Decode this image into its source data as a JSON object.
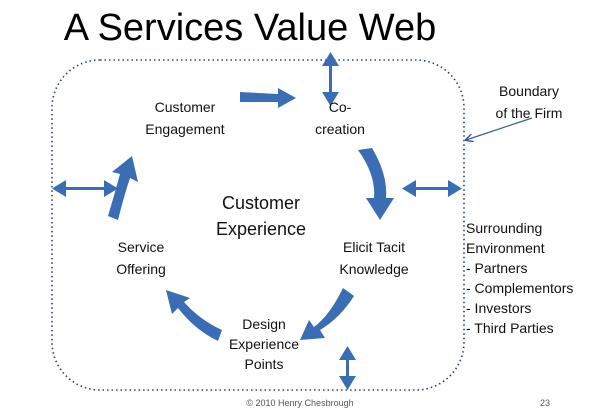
{
  "title": "A Services Value Web",
  "nodes": {
    "customer_engagement": [
      "Customer",
      "Engagement"
    ],
    "cocreation": [
      "Co-",
      "creation"
    ],
    "elicit": [
      "Elicit Tacit",
      "Knowledge"
    ],
    "design": [
      "Design",
      "Experience",
      "Points"
    ],
    "service": [
      "Service",
      "Offering"
    ]
  },
  "center": [
    "Customer",
    "Experience"
  ],
  "boundary_note": [
    "Boundary",
    "of the Firm"
  ],
  "environment": {
    "heading": [
      "Surrounding",
      "Environment"
    ],
    "items": [
      "- Partners",
      "- Complementors",
      "- Investors",
      "- Third Parties"
    ]
  },
  "footer": "© 2010 Henry Chesbrough",
  "page_number": "23",
  "colors": {
    "arrow_fill": "#3a6db3",
    "boundary_line": "#3a5a9a"
  }
}
